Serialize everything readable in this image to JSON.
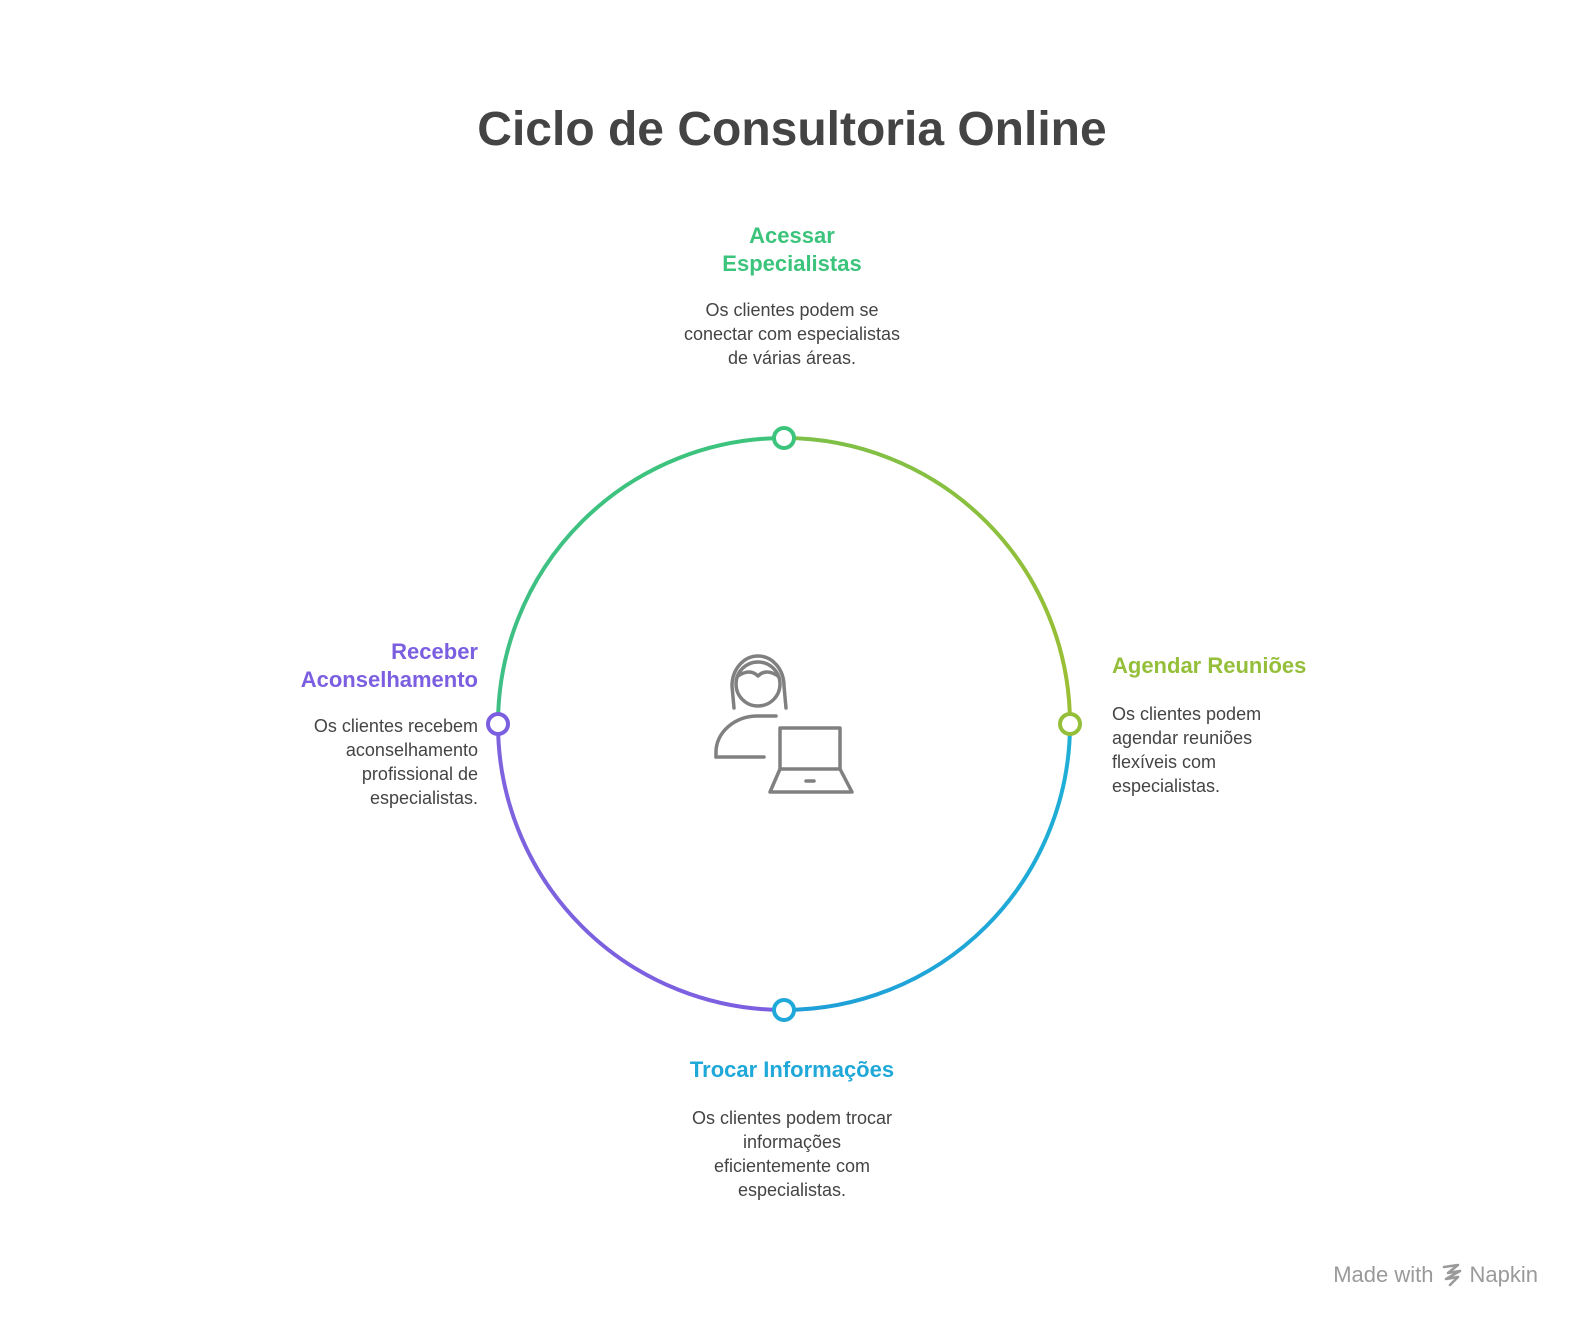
{
  "title": "Ciclo de Consultoria Online",
  "colors": {
    "green": "#3cc47c",
    "lime": "#95bf3a",
    "blue": "#1fa8d8",
    "purple": "#7b5fe0",
    "text": "#444444",
    "icon": "#808080",
    "footer": "#9a9a9a"
  },
  "steps": [
    {
      "title": "Acessar Especialistas",
      "description": "Os clientes podem se conectar com especialistas de várias áreas."
    },
    {
      "title": "Agendar Reuniões",
      "description": "Os clientes podem agendar reuniões flexíveis com especialistas."
    },
    {
      "title": "Trocar Informações",
      "description": "Os clientes podem trocar informações eficientemente com especialistas."
    },
    {
      "title": "Receber Aconselhamento",
      "description": "Os clientes recebem aconselhamento profissional de especialistas."
    }
  ],
  "center_icon": "person-laptop-icon",
  "footer": {
    "made_with": "Made with",
    "brand": "Napkin",
    "brand_icon": "napkin-logo-icon"
  }
}
